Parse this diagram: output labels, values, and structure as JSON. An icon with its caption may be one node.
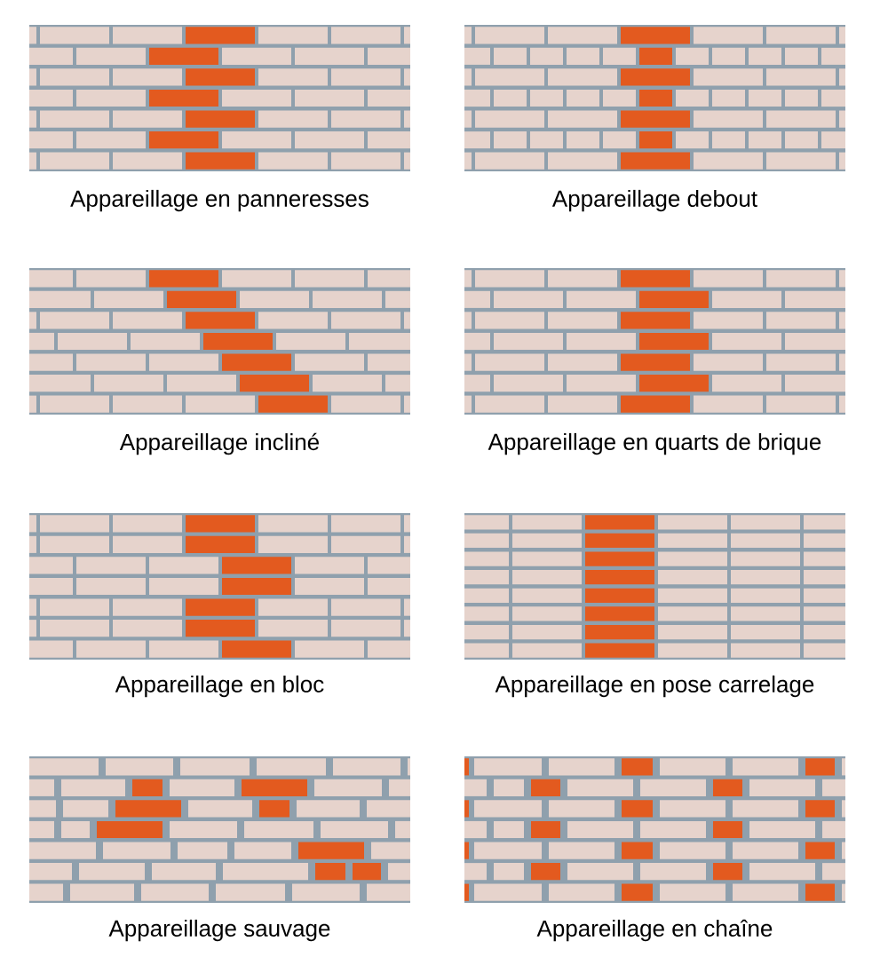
{
  "diagram": {
    "labels": [
      "Appareillage en panneresses",
      "Appareillage debout",
      "Appareillage incliné",
      "Appareillage en quarts de brique",
      "Appareillage en bloc",
      "Appareillage en pose carrelage",
      "Appareillage sauvage",
      "Appareillage en chaîne"
    ]
  }
}
